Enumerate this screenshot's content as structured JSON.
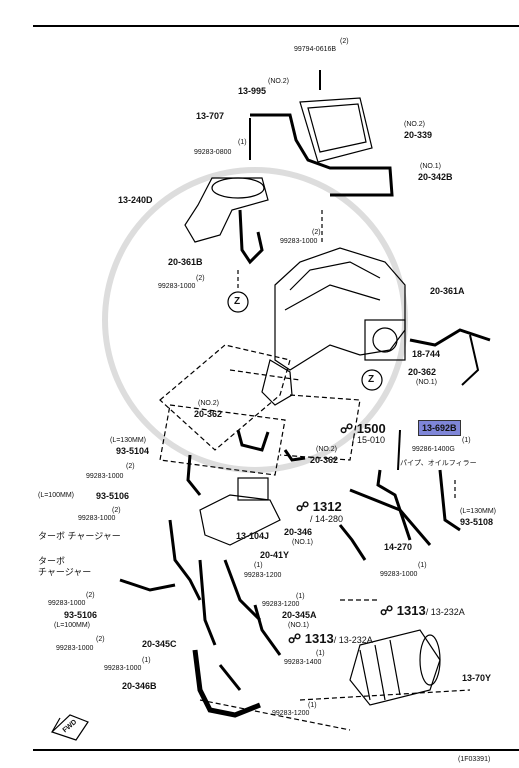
{
  "labels": {
    "p99794": "99794-0616B",
    "p99794_q": "(2)",
    "p13995": "13-995",
    "p13995_q": "(NO.2)",
    "p20339": "20-339",
    "p20339_q": "(NO.2)",
    "p13707": "13-707",
    "p99283_0800": "99283-0800",
    "p99283_0800_q": "(1)",
    "p20342B": "20-342B",
    "p20342B_q": "(NO.1)",
    "p13240D": "13-240D",
    "p99283_1000_a": "99283-1000",
    "p99283_1000_a_q": "(2)",
    "p20361B": "20-361B",
    "p99283_1000_b": "99283-1000",
    "p99283_1000_b_q": "(2)",
    "z1": "Z",
    "p20361A": "20-361A",
    "p18744": "18-744",
    "p20362_r": "20-362",
    "p20362_r_q": "(NO.1)",
    "z2": "Z",
    "p20362_c": "20-362",
    "p20362_c_q": "(NO.2)",
    "p1500": "1500",
    "p1500_sub": "/ 15-010",
    "p13692B": "13-692B",
    "p99286": "99286-1400G",
    "p99286_q": "(1)",
    "pipe_oil": "パイプ、オイルフィラー",
    "len130_l": "(L=130MM)",
    "p93_5104": "93-5104",
    "p20362_m": "20-362",
    "p20362_m_q": "(NO.2)",
    "p99283_1000_c": "99283-1000",
    "p99283_1000_c_q": "(2)",
    "len100_l": "(L=100MM)",
    "p93_5106": "93-5106",
    "p99283_1000_d": "99283-1000",
    "p99283_1000_d_q": "(2)",
    "p1312": "1312",
    "p1312_sub": "/ 14-280",
    "len130_r": "(L=130MM)",
    "p93_5108": "93-5108",
    "turbo1": "ターボ チャージャー",
    "p13104J": "13-104J",
    "p20346": "20-346",
    "p20346_q": "(NO.1)",
    "p14270": "14-270",
    "p20_41Y": "20-41Y",
    "turbo2a": "ターボ",
    "turbo2b": "チャージャー",
    "p99283_1000_e": "99283-1000",
    "p99283_1000_e_q": "(1)",
    "p99283_1200_a": "99283-1200",
    "p99283_1200_a_q": "(1)",
    "p99283_1000_f": "99283-1000",
    "p99283_1000_f_q": "(2)",
    "p99283_1200_b": "99283-1200",
    "p99283_1200_b_q": "(1)",
    "p93_5106b": "93-5106",
    "len100_b": "(L=100MM)",
    "p1313a": "1313",
    "p1313a_sub": "/ 13-232A",
    "p20345A": "20-345A",
    "p20345A_q": "(NO.1)",
    "p99283_1000_g": "99283-1000",
    "p99283_1000_g_q": "(2)",
    "p1313b": "1313",
    "p1313b_sub": "/ 13-232A",
    "p20345C": "20-345C",
    "p99283_1400": "99283-1400",
    "p99283_1400_q": "(1)",
    "p99283_1000_h": "99283-1000",
    "p99283_1000_h_q": "(1)",
    "p13_70Y": "13-70Y",
    "p20346B": "20-346B",
    "p99283_1200_c": "99283-1200",
    "p99283_1200_c_q": "(1)",
    "fwd": "FWD",
    "fig_id": "(1F03391)"
  }
}
